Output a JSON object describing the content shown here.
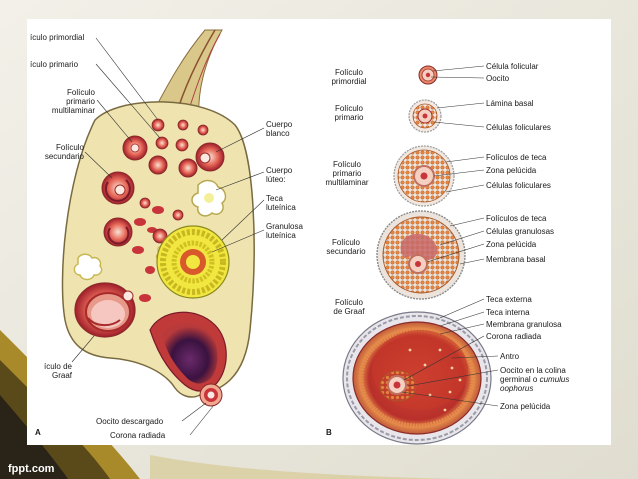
{
  "branding": {
    "footer": "fppt.com"
  },
  "panel_a": {
    "letter": "A",
    "labels": {
      "primordial": "ículo primordial",
      "primario": "ículo primario",
      "primario_multilaminar": "Folículo\nprimario\nmultilaminar",
      "secundario": "Folículo\nsecundario",
      "cuerpo_blanco": "Cuerpo\nblanco",
      "cuerpo_luteo": "Cuerpo\nlúteo:",
      "teca_luteinica": "Teca\nluteínica",
      "granulosa_luteinica": "Granulosa\nluteínica",
      "graaf": "ículo de\nGraaf",
      "oocito_descargado": "Oocito descargado",
      "corona_radiada": "Corona radiada"
    }
  },
  "panel_b": {
    "letter": "B",
    "stages": {
      "primordial": "Folículo\nprimordial",
      "primario": "Folículo\nprimario",
      "multilaminar": "Folículo\nprimario\nmultilaminar",
      "secundario": "Folículo\nsecundario",
      "graaf": "Folículo\nde Graaf"
    },
    "labels": {
      "celula_folicular": "Célula folicular",
      "oocito": "Oocito",
      "lamina_basal": "Lámina basal",
      "celulas_foliculares_1": "Células foliculares",
      "foliculos_teca_1": "Folículos de teca",
      "zona_pelucida_1": "Zona pelúcida",
      "celulas_foliculares_2": "Células foliculares",
      "foliculos_teca_2": "Folículos de teca",
      "celulas_granulosas": "Células granulosas",
      "zona_pelucida_2": "Zona pelúcida",
      "membrana_basal": "Membrana basal",
      "teca_externa": "Teca externa",
      "teca_interna": "Teca interna",
      "membrana_granulosa": "Membrana granulosa",
      "corona_radiada": "Corona radiada",
      "antro": "Antro",
      "oocito_colina": "Oocito en la colina\ngerminal o ",
      "cumulus": "cumulus\noophorus",
      "zona_pelucida_3": "Zona pelúcida"
    }
  },
  "colors": {
    "slide_bg": "#eceae0",
    "accent_gold": "#c8a43a",
    "ovary_fill": "#efe4b0",
    "follicle_red": "#c8343a",
    "cell_orange": "#e07a3c",
    "luteum_yellow": "#f2e640"
  }
}
